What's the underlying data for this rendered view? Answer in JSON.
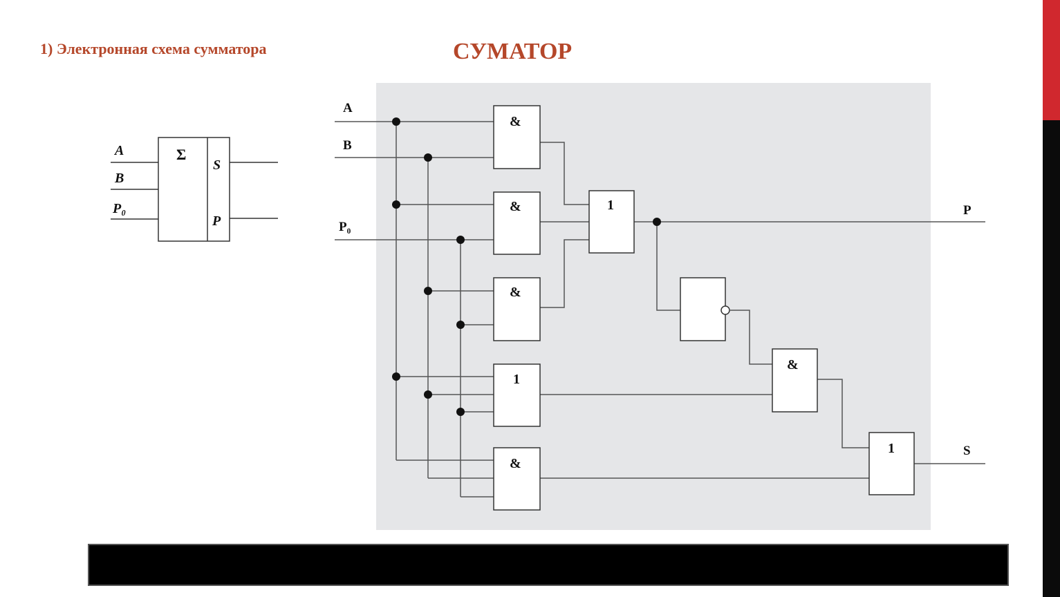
{
  "slide": {
    "subtitle": "1) Электронная схема сумматора",
    "title": "СУМАТОР"
  },
  "symbol": {
    "sigma": "Σ",
    "inputs": [
      "A",
      "B",
      "P₀"
    ],
    "outputs": [
      "S",
      "P"
    ]
  },
  "circuit": {
    "inputs": [
      "A",
      "B",
      "P₀"
    ],
    "outputs": [
      "P",
      "S"
    ],
    "gates": [
      "&",
      "&",
      "&",
      "1",
      "&",
      "1",
      "&",
      "1"
    ]
  },
  "colors": {
    "title": "#b5472a",
    "accent_bar": "#d0282e",
    "diagram_bg": "#e5e6e8"
  }
}
